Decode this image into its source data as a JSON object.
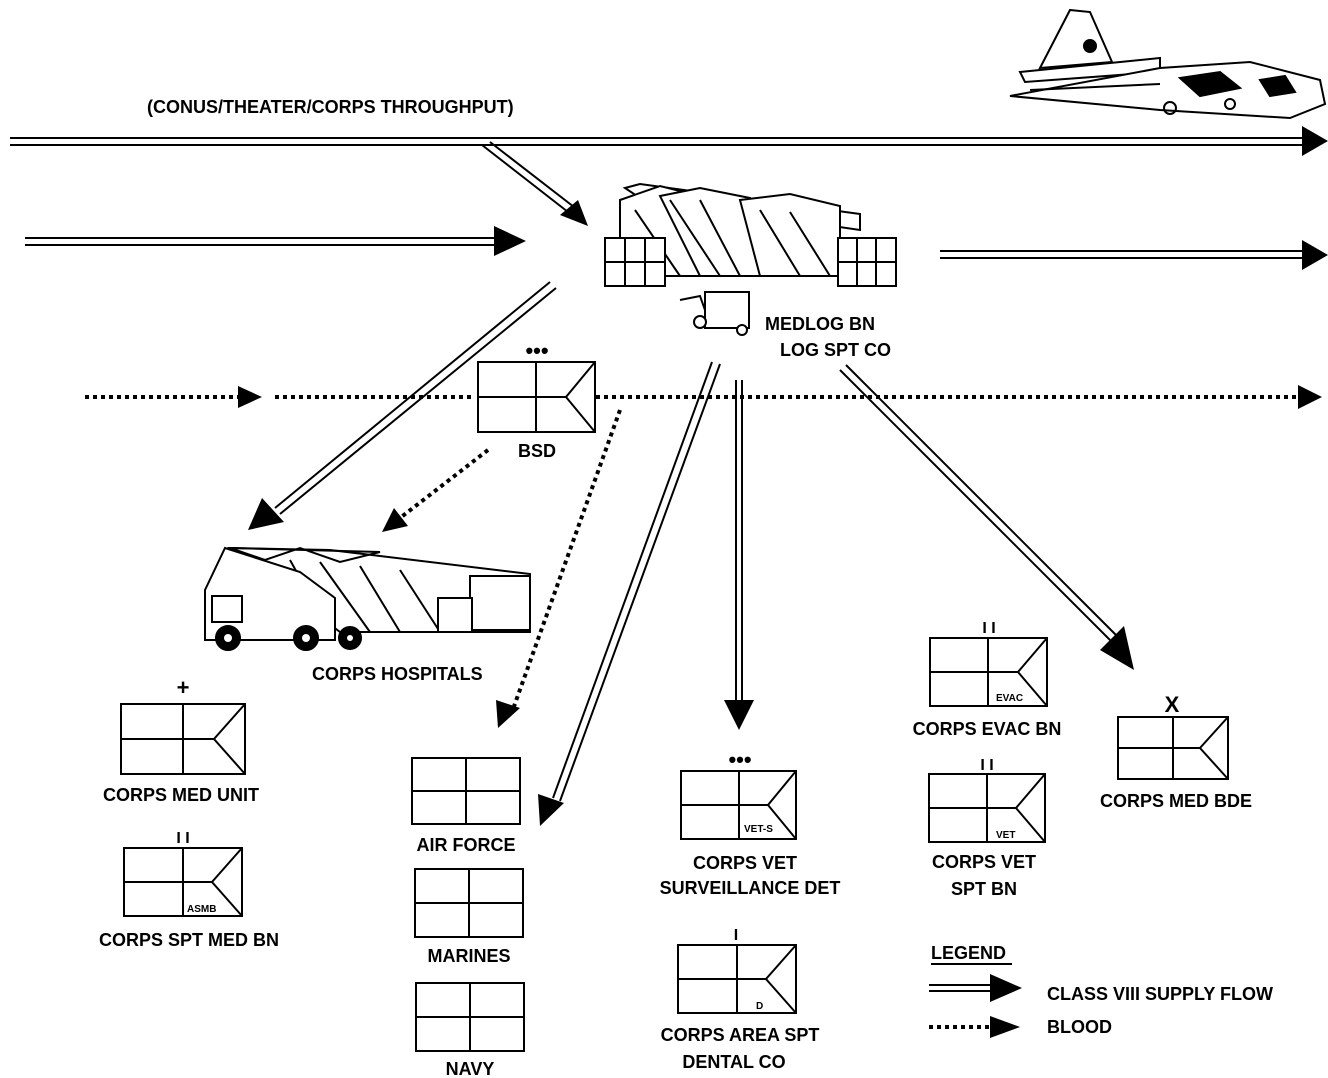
{
  "diagram": {
    "throughput_label": "(CONUS/THEATER/CORPS THROUGHPUT)",
    "medlog_line1": "MEDLOG BN",
    "medlog_line2": "LOG SPT CO",
    "bsd": {
      "echelon": "•••",
      "label": "BSD"
    },
    "corps_hospitals": "CORPS HOSPITALS",
    "corps_med_unit": {
      "echelon": "+",
      "label": "CORPS MED UNIT"
    },
    "corps_spt_med_bn": {
      "echelon": "I I",
      "tag": "ASMB",
      "label": "CORPS SPT MED BN"
    },
    "air_force": "AIR FORCE",
    "marines": "MARINES",
    "navy": "NAVY",
    "vet_surveillance": {
      "echelon": "•••",
      "tag": "VET-S",
      "line1": "CORPS VET",
      "line2": "SURVEILLANCE DET"
    },
    "dental": {
      "echelon": "I",
      "tag": "D",
      "line1": "CORPS AREA SPT",
      "line2": "DENTAL CO"
    },
    "evac_bn": {
      "echelon": "I I",
      "tag": "EVAC",
      "label": "CORPS EVAC BN"
    },
    "vet_spt_bn": {
      "echelon": "I I",
      "tag": "VET",
      "line1": "CORPS VET",
      "line2": "SPT BN"
    },
    "med_bde": {
      "echelon": "X",
      "label": "CORPS MED BDE"
    }
  },
  "legend": {
    "title": "LEGEND",
    "supply": "CLASS VIII SUPPLY FLOW",
    "blood": "BLOOD"
  }
}
